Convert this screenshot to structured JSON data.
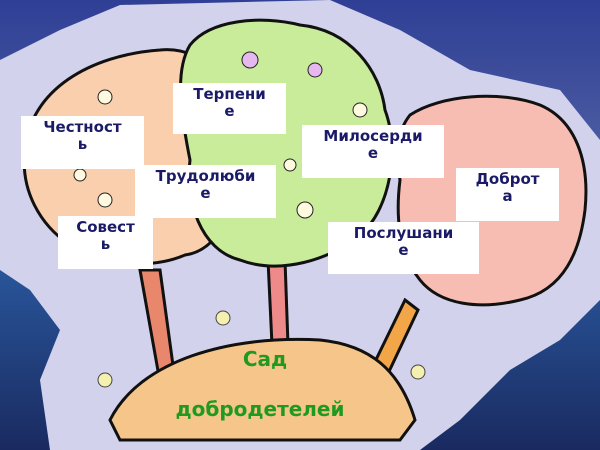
{
  "slide": {
    "title_line1": "Сад",
    "title_line2": "добродетелей",
    "colors": {
      "sky_top": "#3a4fa0",
      "sea": "#1e3a78",
      "island_bg": "#d2d2ec",
      "tree_left": "#f9cfae",
      "tree_middle": "#c8ec9a",
      "tree_right": "#f7bdb2",
      "ground": "#f5c58a",
      "label_text": "#1a1a66",
      "title_text": "#1f9a1f"
    }
  },
  "labels": [
    {
      "id": "terpenie",
      "line1": "Терпени",
      "line2": "е"
    },
    {
      "id": "chestnost",
      "line1": "Честност",
      "line2": "ь"
    },
    {
      "id": "miloserdie",
      "line1": "Милосерди",
      "line2": "е"
    },
    {
      "id": "trudolyubie",
      "line1": "Трудолюби",
      "line2": "е"
    },
    {
      "id": "dobrota",
      "line1": "Доброт",
      "line2": "а"
    },
    {
      "id": "sovest",
      "line1": "Совест",
      "line2": "ь"
    },
    {
      "id": "poslushanie",
      "line1": "Послушани",
      "line2": "е"
    }
  ]
}
